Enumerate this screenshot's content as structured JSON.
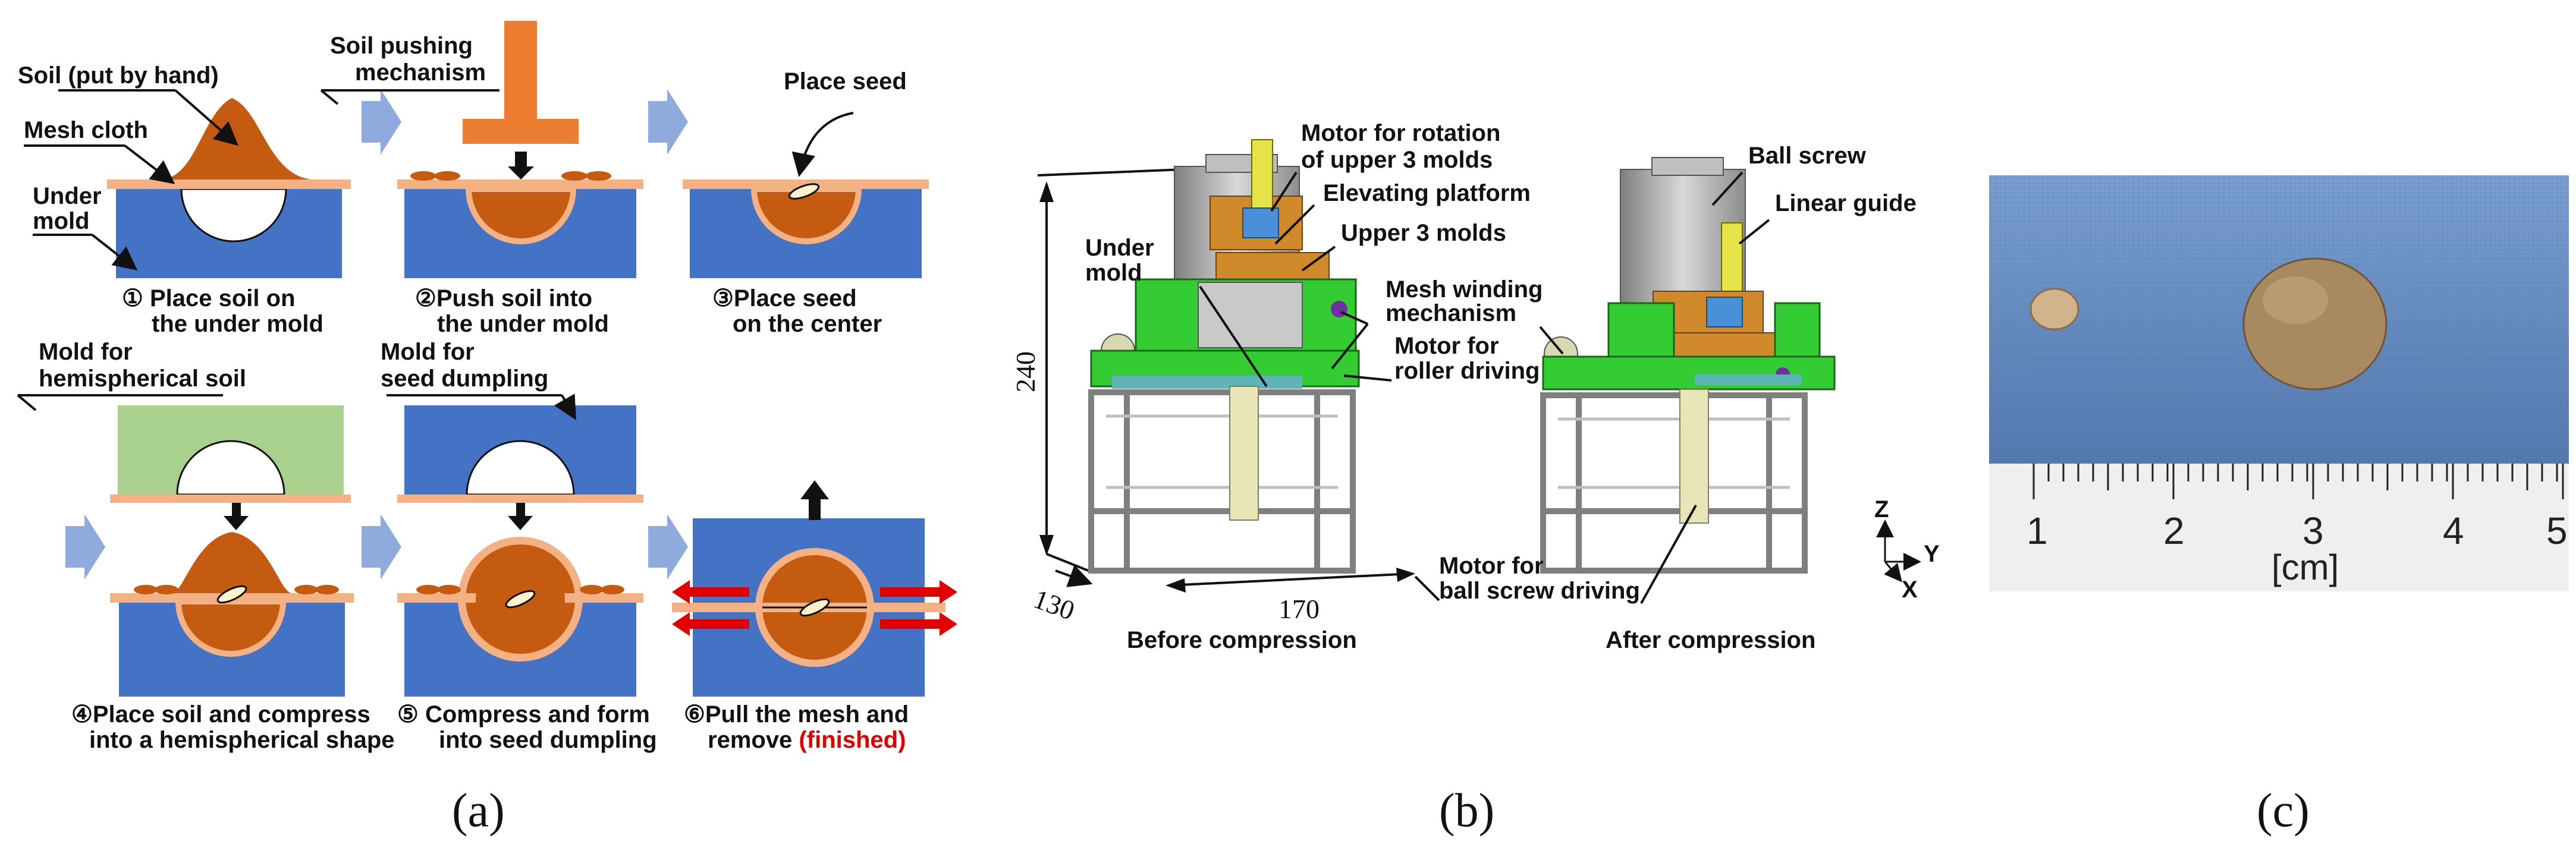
{
  "colors": {
    "mold_blue": "#4472c4",
    "soil_brown": "#c55a11",
    "mesh_peach": "#f4b183",
    "mold_green": "#a9d18e",
    "pusher_orange": "#ed7d31",
    "arrow_blue": "#8faadc",
    "pull_red": "#e00000",
    "finished_red": "#e00000",
    "frame_gray": "#a6a6a6",
    "platform_green": "#33cc33",
    "bracket_orange": "#d08a2c",
    "motor_yellow": "#e6e24a",
    "ruler_blue": "#4a6d9c",
    "seed_beige": "#d2b48c",
    "dumpling_brown": "#a98a60"
  },
  "panel_a": {
    "labels": {
      "soil_by_hand": "Soil (put by hand)",
      "mesh_cloth": "Mesh cloth",
      "under_mold_1": "Under",
      "under_mold_2": "mold",
      "soil_pushing_1": "Soil pushing",
      "soil_pushing_2": "mechanism",
      "place_seed": "Place seed",
      "mold_hemi_1": "Mold for",
      "mold_hemi_2": "hemispherical soil",
      "mold_dumpling_1": "Mold for",
      "mold_dumpling_2": "seed dumpling"
    },
    "steps": [
      {
        "line1": "① Place soil on",
        "line2": "the under mold"
      },
      {
        "line1": "②Push soil into",
        "line2": "the under mold"
      },
      {
        "line1": "③Place seed",
        "line2": "on the center"
      },
      {
        "line1": "④Place soil and compress",
        "line2": "into a hemispherical shape"
      },
      {
        "line1": "⑤ Compress and form",
        "line2": "into seed dumpling"
      },
      {
        "line1": "⑥Pull the mesh and",
        "line2_a": "remove ",
        "line2_b": "(finished)"
      }
    ],
    "caption": "(a)"
  },
  "panel_b": {
    "labels": {
      "motor_rotation_1": "Motor for rotation",
      "motor_rotation_2": "of upper 3 molds",
      "elevating_platform": "Elevating platform",
      "upper_3_molds": "Upper 3 molds",
      "under_mold_1": "Under",
      "under_mold_2": "mold",
      "mesh_winding_1": "Mesh winding",
      "mesh_winding_2": "mechanism",
      "motor_roller_1": "Motor for",
      "motor_roller_2": "roller driving",
      "motor_ball_screw_1": "Motor for",
      "motor_ball_screw_2": "ball screw driving",
      "ball_screw": "Ball screw",
      "linear_guide": "Linear guide",
      "before": "Before compression",
      "after": "After compression",
      "axis_z": "Z",
      "axis_y": "Y",
      "axis_x": "X"
    },
    "dimensions": {
      "height": "240",
      "depth": "130",
      "width": "170"
    },
    "caption": "(b)"
  },
  "panel_c": {
    "ruler_numbers": [
      "1",
      "2",
      "3",
      "4",
      "5"
    ],
    "ruler_unit": "[cm]",
    "caption": "(c)"
  }
}
